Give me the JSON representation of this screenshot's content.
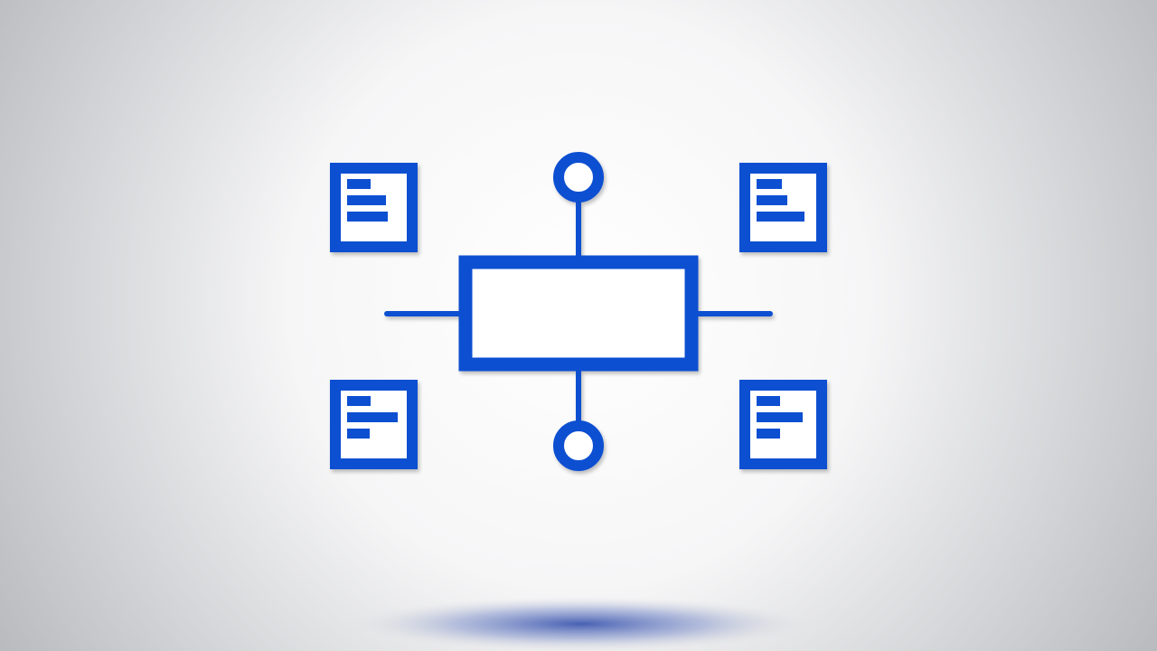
{
  "theme": {
    "accent": "#0a4fd1",
    "background_center": "#ffffff",
    "background_edge": "#b7b9bd",
    "shadow": "#2a47a8",
    "icon_highlight": "#3a7bff"
  },
  "diagram": {
    "center_box": {
      "icon": "rectangle-node",
      "label": ""
    },
    "connectors": [
      {
        "side": "top",
        "end": "circle-node"
      },
      {
        "side": "bottom",
        "end": "circle-node"
      },
      {
        "side": "left",
        "end": "line"
      },
      {
        "side": "right",
        "end": "line"
      }
    ],
    "document_icons": [
      {
        "corner": "top-left",
        "icon": "document-list-icon",
        "bar_count": 3
      },
      {
        "corner": "top-right",
        "icon": "document-list-icon",
        "bar_count": 3
      },
      {
        "corner": "bottom-left",
        "icon": "document-list-icon",
        "bar_count": 3
      },
      {
        "corner": "bottom-right",
        "icon": "document-list-icon",
        "bar_count": 3
      }
    ]
  }
}
